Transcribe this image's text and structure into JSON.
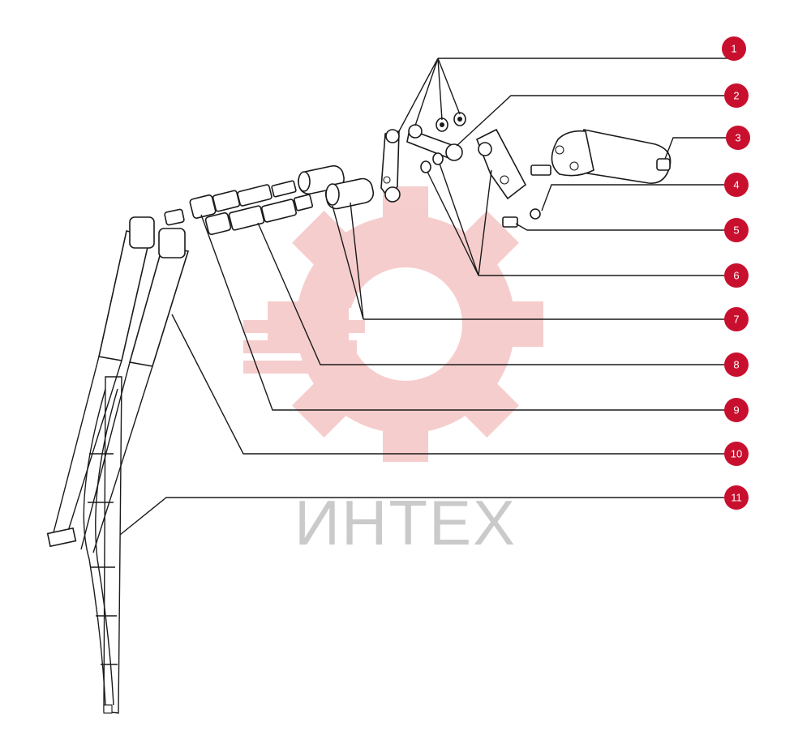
{
  "watermark": {
    "text": "ИНТЕХ",
    "gear_color": "#f0a6a6",
    "text_color": "#b9b9b9"
  },
  "callout_color": "#c8102e",
  "callouts": [
    {
      "number": "1"
    },
    {
      "number": "2"
    },
    {
      "number": "3"
    },
    {
      "number": "4"
    },
    {
      "number": "5"
    },
    {
      "number": "6"
    },
    {
      "number": "7"
    },
    {
      "number": "8"
    },
    {
      "number": "9"
    },
    {
      "number": "10"
    },
    {
      "number": "11"
    }
  ]
}
